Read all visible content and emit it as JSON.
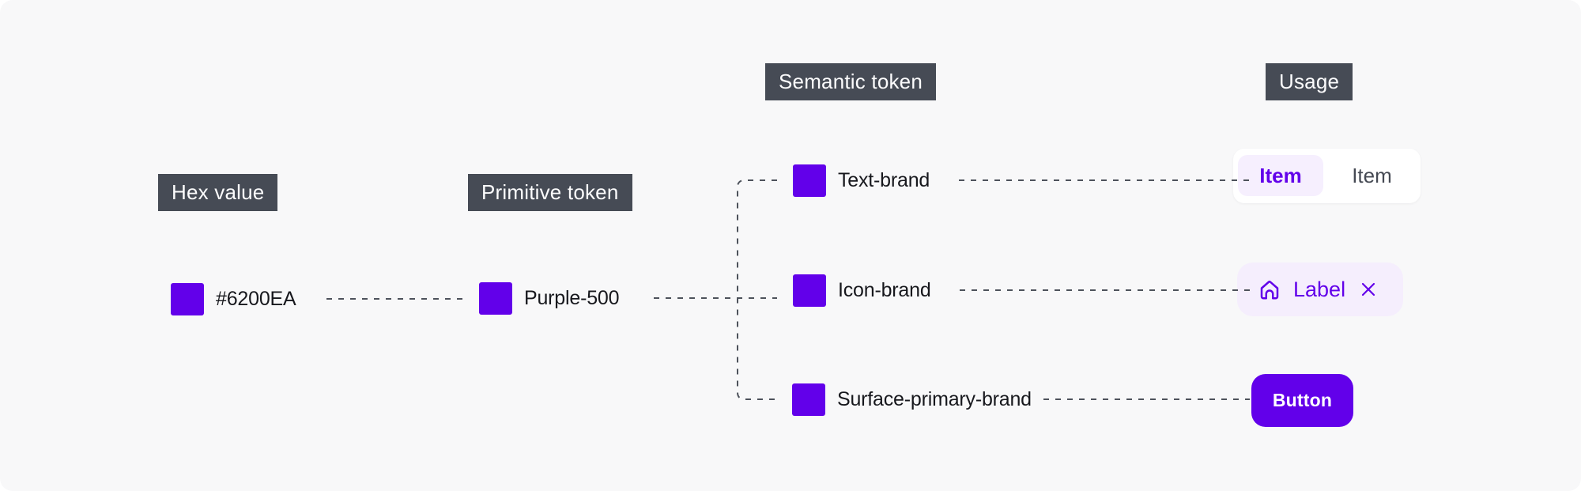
{
  "columns": {
    "hex": "Hex value",
    "primitive": "Primitive token",
    "semantic": "Semantic token",
    "usage": "Usage"
  },
  "tokens": {
    "hex": {
      "swatch_color": "#6200EA",
      "label": "#6200EA"
    },
    "primitive": {
      "swatch_color": "#6200EA",
      "label": "Purple-500"
    },
    "semantic": [
      {
        "swatch_color": "#6200EA",
        "label": "Text-brand"
      },
      {
        "swatch_color": "#6200EA",
        "label": "Icon-brand"
      },
      {
        "swatch_color": "#6200EA",
        "label": "Surface-primary-brand"
      }
    ]
  },
  "usage": {
    "segmented_control": {
      "selected_item": "Item",
      "unselected_item": "Item"
    },
    "chip": {
      "icon": "home-icon",
      "label": "Label",
      "close_icon": "close-icon"
    },
    "button": {
      "label": "Button"
    }
  },
  "colors": {
    "brand": "#6200EA",
    "tag_background": "#464B55",
    "canvas_background": "#F8F8F9",
    "chip_background": "#F5EEFD",
    "selected_pill_background": "#F6EFFE",
    "connector": "#4D525B",
    "token_text": "#17181D"
  }
}
